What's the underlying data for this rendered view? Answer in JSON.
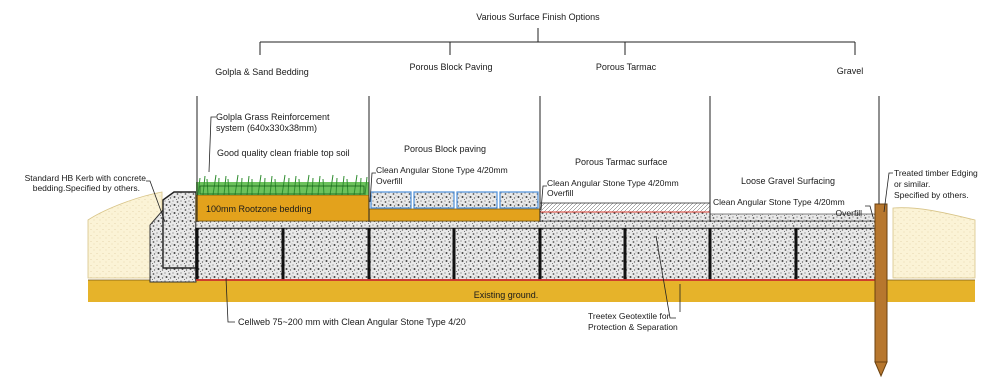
{
  "title": "Various Surface Finish Options",
  "options": [
    "Golpla & Sand Bedding",
    "Porous Block Paving",
    "Porous Tarmac",
    "Gravel"
  ],
  "labels": {
    "golpla_system_1": "Golpla Grass Reinforcement",
    "golpla_system_2": "system (640x330x38mm)",
    "topsoil": "Good quality clean friable top soil",
    "rootzone": "100mm Rootzone bedding",
    "porous_block": "Porous Block paving",
    "stone_block_1": "Clean Angular Stone Type 4/20mm",
    "stone_block_2": "Overfill",
    "tarmac_surface": "Porous Tarmac surface",
    "stone_tarmac_1": "Clean Angular Stone Type 4/20mm",
    "stone_tarmac_2": "Overfill",
    "gravel_surface": "Loose Gravel Surfacing",
    "stone_gravel_1": "Clean Angular Stone Type 4/20mm",
    "stone_gravel_2": "Overfill",
    "kerb_1": "Standard HB Kerb with concrete",
    "kerb_2": "bedding.Specified by others.",
    "timber_1": "Treated timber Edging",
    "timber_2": "or similar.",
    "timber_3": "Specified by others.",
    "existing_ground": "Existing ground.",
    "cellweb": "Cellweb 75~200 mm with Clean Angular Stone Type 4/20",
    "geotextile_1": "Treetex Geotextile for",
    "geotextile_2": "Protection & Separation"
  },
  "colors": {
    "ground": "#e6b32a",
    "sand_fill": "#fbf3d6",
    "bedding": "#e3a21c",
    "grass": "#39a33a",
    "block": "#4d8fd9",
    "geotextile": "#d93a2f",
    "timber": "#b7772e"
  }
}
